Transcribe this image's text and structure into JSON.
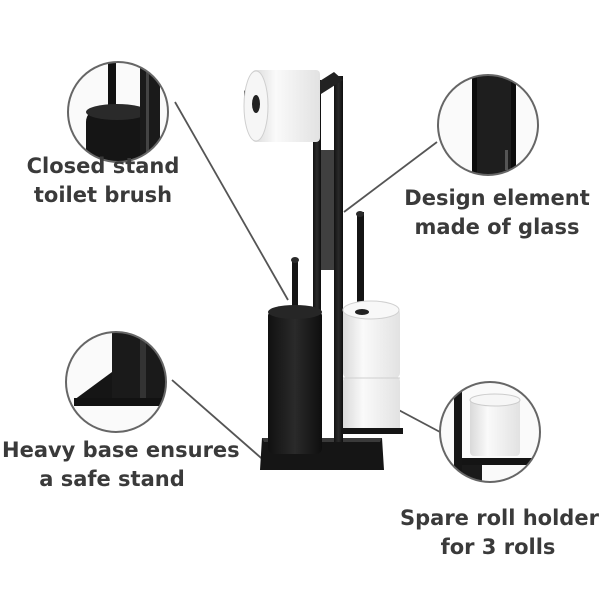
{
  "features": [
    {
      "id": "brush",
      "lines": [
        "Closed stand",
        "toilet brush"
      ]
    },
    {
      "id": "glass",
      "lines": [
        "Design element",
        "made of glass"
      ]
    },
    {
      "id": "base",
      "lines": [
        "Heavy base ensures",
        "a safe stand"
      ]
    },
    {
      "id": "spare",
      "lines": [
        "Spare roll holder",
        "for 3 rolls"
      ]
    }
  ],
  "colors": {
    "metal": "#1c1c1c",
    "text": "#3a3a3a",
    "paper": "#f2f2f2",
    "circle_border": "#666666"
  }
}
